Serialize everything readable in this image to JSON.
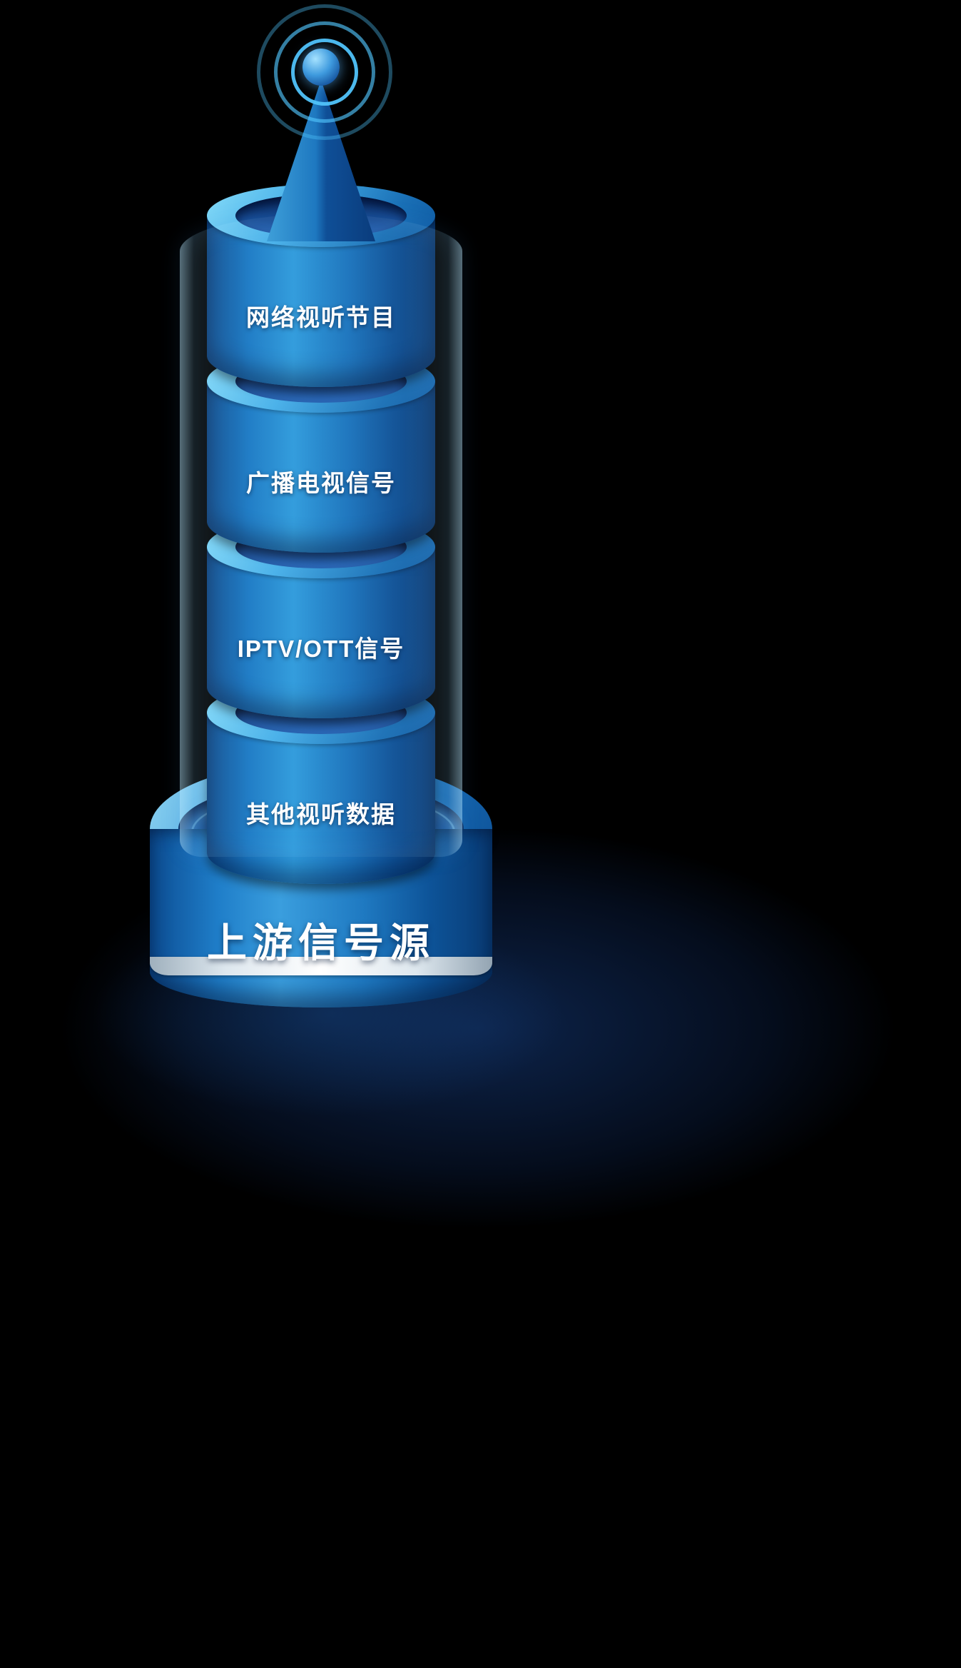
{
  "stack": {
    "layers": [
      {
        "label": "网络视听节目"
      },
      {
        "label": "广播电视信号"
      },
      {
        "label": "IPTV/OTT信号"
      },
      {
        "label": "其他视听数据"
      }
    ]
  },
  "base": {
    "label": "上游信号源"
  },
  "icons": {
    "antenna": "broadcast-antenna",
    "signal_waves": "concentric-signal-rings"
  },
  "colors": {
    "background": "#000000",
    "cylinder_highlight": "#2f9bdc",
    "cylinder_shadow": "#093a74",
    "rim_light": "#85dbf8",
    "hole_dark": "#0a2a5c",
    "base_stripe": "#ffffff",
    "signal_wave": "#46c2f4",
    "label_text": "#ffffff"
  }
}
